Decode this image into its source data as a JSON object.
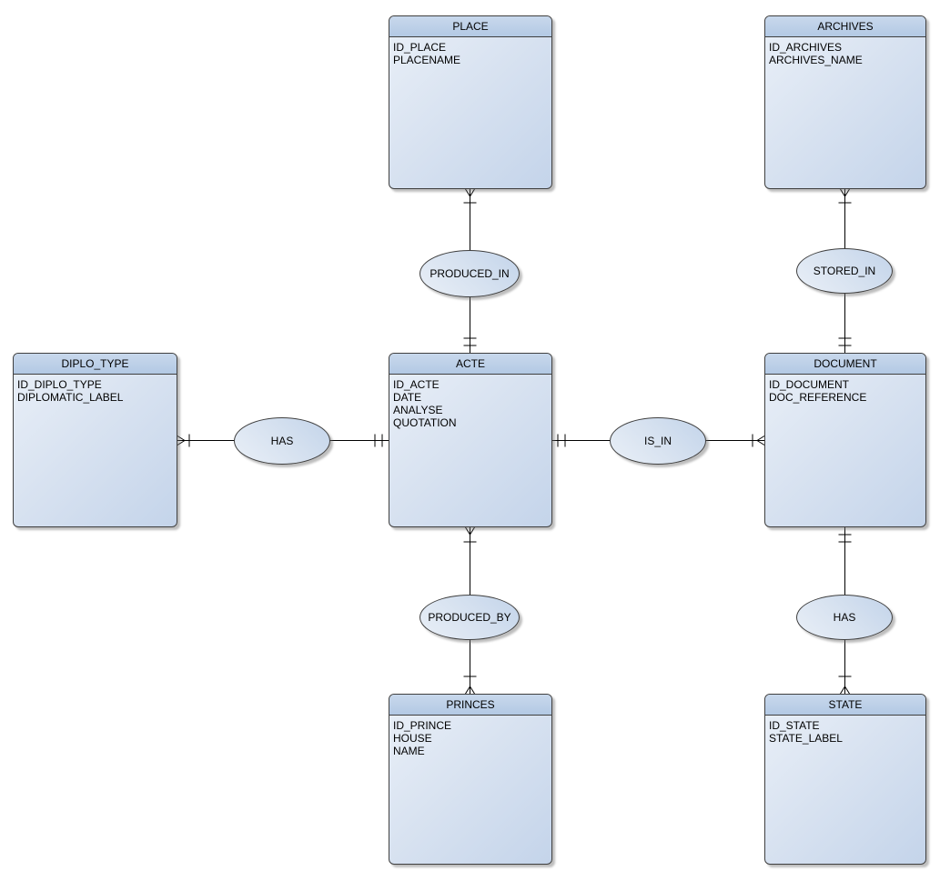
{
  "entities": [
    {
      "name": "PLACE",
      "attributes": [
        "ID_PLACE",
        "PLACENAME"
      ]
    },
    {
      "name": "ARCHIVES",
      "attributes": [
        "ID_ARCHIVES",
        "ARCHIVES_NAME"
      ]
    },
    {
      "name": "DIPLO_TYPE",
      "attributes": [
        "ID_DIPLO_TYPE",
        "DIPLOMATIC_LABEL"
      ]
    },
    {
      "name": "ACTE",
      "attributes": [
        "ID_ACTE",
        "DATE",
        "ANALYSE",
        "QUOTATION"
      ]
    },
    {
      "name": "DOCUMENT",
      "attributes": [
        "ID_DOCUMENT",
        "DOC_REFERENCE"
      ]
    },
    {
      "name": "PRINCES",
      "attributes": [
        "ID_PRINCE",
        "HOUSE",
        "NAME"
      ]
    },
    {
      "name": "STATE",
      "attributes": [
        "ID_STATE",
        "STATE_LABEL"
      ]
    }
  ],
  "relationships": [
    {
      "label": "PRODUCED_IN",
      "from": "PLACE",
      "to": "ACTE",
      "from_cardinality": "one_or_many (crow's foot + tick)",
      "to_cardinality": "exactly_one (double tick)"
    },
    {
      "label": "STORED_IN",
      "from": "ARCHIVES",
      "to": "DOCUMENT",
      "from_cardinality": "one_or_many (crow's foot + tick)",
      "to_cardinality": "exactly_one (double tick)"
    },
    {
      "label": "HAS",
      "from": "DIPLO_TYPE",
      "to": "ACTE",
      "from_cardinality": "one_or_many (crow's foot + tick)",
      "to_cardinality": "exactly_one (double tick)"
    },
    {
      "label": "IS_IN",
      "from": "ACTE",
      "to": "DOCUMENT",
      "from_cardinality": "exactly_one (double tick)",
      "to_cardinality": "one_or_many (tick + crow's foot)"
    },
    {
      "label": "PRODUCED_BY",
      "from": "ACTE",
      "to": "PRINCES",
      "from_cardinality": "one_or_many (crow's foot + tick)",
      "to_cardinality": "one_or_many (tick + crow's foot)"
    },
    {
      "label": "HAS",
      "from": "DOCUMENT",
      "to": "STATE",
      "from_cardinality": "exactly_one (double tick)",
      "to_cardinality": "one_or_many (tick + crow's foot)"
    }
  ],
  "colors": {
    "background": "#ffffff",
    "entity_header": "#b9cde5",
    "entity_body_light": "#eaf0f8",
    "entity_body_dark": "#c4d4ea",
    "border": "#3f3f3f",
    "connector": "#000000",
    "text": "#000000"
  }
}
